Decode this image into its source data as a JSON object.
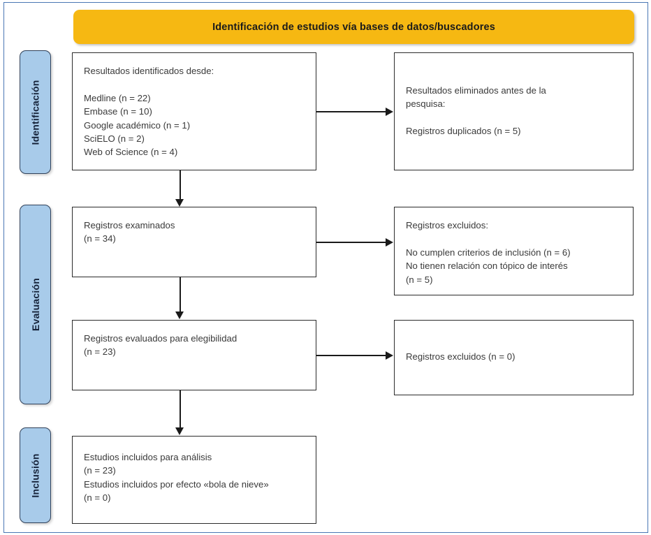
{
  "diagram": {
    "title": "Identificación de estudios vía bases de datos/buscadores",
    "colors": {
      "banner": "#F6B812",
      "stage_tab": "#A8CBEA",
      "frame": "#4A77B4",
      "box_border": "#2B2B2B",
      "text": "#3A3A3A"
    },
    "stages": [
      {
        "id": "identificacion",
        "label": "Identificación"
      },
      {
        "id": "evaluacion",
        "label": "Evaluación"
      },
      {
        "id": "inclusion",
        "label": "Inclusión"
      }
    ],
    "boxes": {
      "identified": {
        "name": "records-identified",
        "text": "Resultados identificados desde:\n\nMedline (n = 22)\nEmbase (n = 10)\nGoogle académico (n = 1)\nSciELO (n = 2)\nWeb of Science (n = 4)"
      },
      "removed": {
        "name": "records-removed-before-screening",
        "text": "Resultados eliminados antes de la\npesquisa:\n\nRegistros duplicados (n = 5)"
      },
      "screened": {
        "name": "records-screened",
        "text": "Registros examinados\n(n = 34)"
      },
      "excluded_screening": {
        "name": "records-excluded-screening",
        "text": "Registros excluidos:\n\nNo cumplen criterios de inclusión (n = 6)\nNo tienen relación con tópico de interés\n(n = 5)"
      },
      "eligibility": {
        "name": "records-assessed-eligibility",
        "text": "Registros evaluados para elegibilidad\n(n = 23)"
      },
      "excluded_eligibility": {
        "name": "records-excluded-eligibility",
        "text": "Registros excluidos (n = 0)"
      },
      "included": {
        "name": "studies-included",
        "text": "Estudios incluidos para análisis\n(n = 23)\nEstudios incluidos por efecto «bola de nieve»\n(n = 0)"
      }
    },
    "counts": {
      "medline": 22,
      "embase": 10,
      "google_academico": 1,
      "scielo": 2,
      "web_of_science": 4,
      "duplicados": 5,
      "examinados": 34,
      "excluidos_no_criterios": 6,
      "excluidos_sin_relacion": 5,
      "evaluados_elegibilidad": 23,
      "excluidos_elegibilidad": 0,
      "incluidos_analisis": 23,
      "incluidos_bola_de_nieve": 0
    }
  }
}
